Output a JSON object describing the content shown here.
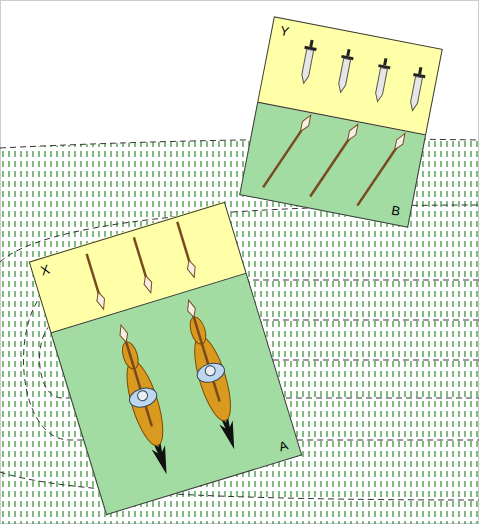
{
  "diagram": {
    "nodes": [
      {
        "text": [
          "Y"
        ]
      },
      {
        "text": [
          "B"
        ]
      },
      {
        "text": [
          "X"
        ]
      },
      {
        "text": [
          "A"
        ]
      }
    ]
  }
}
